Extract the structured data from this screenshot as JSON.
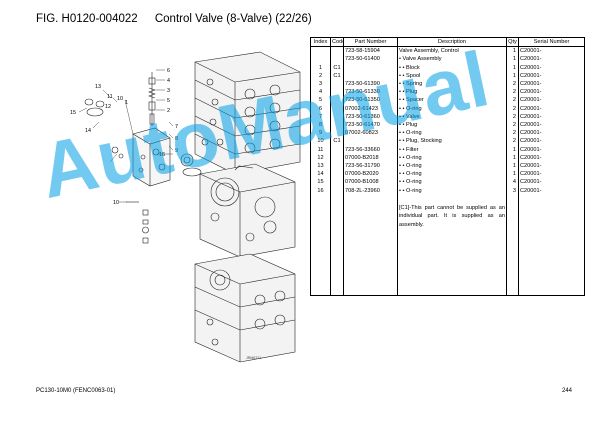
{
  "header": {
    "fig_code": "FIG. H0120-004022",
    "fig_name": "Control Valve (8-Valve) (22/26)"
  },
  "table": {
    "columns": [
      "Index",
      "Code",
      "Part Number",
      "Description",
      "Qty",
      "Serial Number"
    ],
    "rows": [
      {
        "index": "",
        "code": "",
        "part": "723-58-15904",
        "desc": "Valve Assembly, Control",
        "qty": "1",
        "serial": "C20001-"
      },
      {
        "index": "",
        "code": "",
        "part": "723-50-61400",
        "desc": "• Valve Assembly",
        "qty": "1",
        "serial": "C20001-"
      },
      {
        "index": "1",
        "code": "C1",
        "part": "",
        "desc": "• • Block",
        "qty": "1",
        "serial": "C20001-"
      },
      {
        "index": "2",
        "code": "C1",
        "part": "",
        "desc": "• • Spool",
        "qty": "1",
        "serial": "C20001-"
      },
      {
        "index": "3",
        "code": "",
        "part": "723-50-61390",
        "desc": "• • Spring",
        "qty": "2",
        "serial": "C20001-"
      },
      {
        "index": "4",
        "code": "",
        "part": "723-50-61330",
        "desc": "• • Plug",
        "qty": "2",
        "serial": "C20001-"
      },
      {
        "index": "5",
        "code": "",
        "part": "723-50-61350",
        "desc": "• • Spacer",
        "qty": "2",
        "serial": "C20001-"
      },
      {
        "index": "6",
        "code": "",
        "part": "07002-61423",
        "desc": "• • O-ring",
        "qty": "2",
        "serial": "C20001-"
      },
      {
        "index": "7",
        "code": "",
        "part": "723-50-61360",
        "desc": "• • Valve",
        "qty": "2",
        "serial": "C20001-"
      },
      {
        "index": "8",
        "code": "",
        "part": "723-50-61470",
        "desc": "• • Plug",
        "qty": "2",
        "serial": "C20001-"
      },
      {
        "index": "9",
        "code": "",
        "part": "07002-60823",
        "desc": "• • O-ring",
        "qty": "2",
        "serial": "C20001-"
      },
      {
        "index": "10",
        "code": "C1",
        "part": "",
        "desc": "• • Plug, Stocking",
        "qty": "2",
        "serial": "C20001-"
      },
      {
        "index": "11",
        "code": "",
        "part": "723-56-33660",
        "desc": "• • Filter",
        "qty": "1",
        "serial": "C20001-"
      },
      {
        "index": "12",
        "code": "",
        "part": "07000-B2018",
        "desc": "• • O-ring",
        "qty": "1",
        "serial": "C20001-"
      },
      {
        "index": "13",
        "code": "",
        "part": "723-56-31790",
        "desc": "• • O-ring",
        "qty": "1",
        "serial": "C20001-"
      },
      {
        "index": "14",
        "code": "",
        "part": "07000-B2020",
        "desc": "• • O-ring",
        "qty": "1",
        "serial": "C20001-"
      },
      {
        "index": "15",
        "code": "",
        "part": "07000-B1008",
        "desc": "• • O-ring",
        "qty": "4",
        "serial": "C20001-"
      },
      {
        "index": "16",
        "code": "",
        "part": "708-2L-23960",
        "desc": "• • O-ring",
        "qty": "3",
        "serial": "C20001-"
      }
    ],
    "note": "[C1]-This part cannot be supplied as an individual part. It is supplied as an assembly."
  },
  "diagram": {
    "callouts": [
      "6",
      "4",
      "3",
      "5",
      "2",
      "13",
      "11",
      "12",
      "10",
      "15",
      "14",
      "1",
      "7",
      "8",
      "9",
      "16",
      "10"
    ],
    "drawing_id": "JRM6711"
  },
  "footer": {
    "model": "PC130-10M0 (FENC0063-01)",
    "page": "244"
  },
  "watermark": {
    "text": "AutoManual",
    "color": "#009EE6"
  }
}
